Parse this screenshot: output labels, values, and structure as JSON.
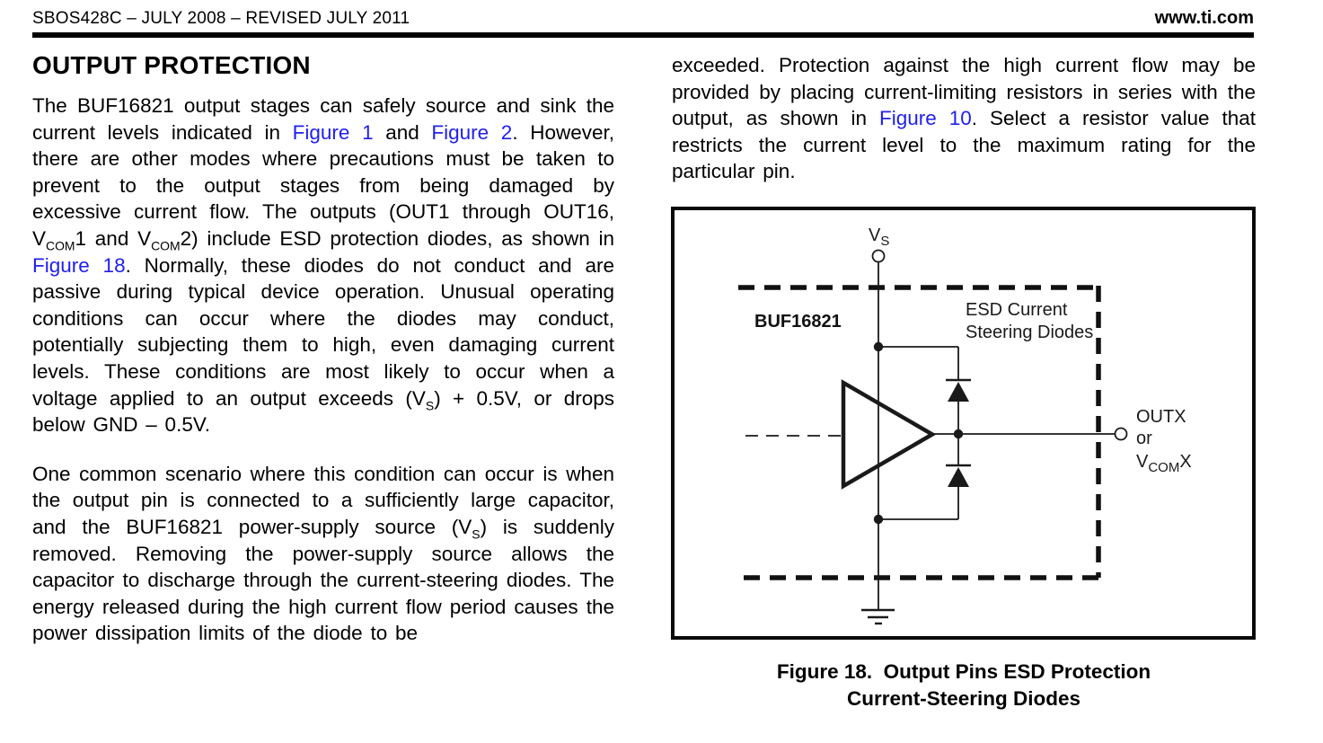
{
  "header": {
    "doc_id": "SBOS428C – JULY 2008 – REVISED JULY 2011",
    "site": "www.ti.com"
  },
  "left_column": {
    "heading": "OUTPUT PROTECTION",
    "paragraphs": [
      {
        "segments": [
          {
            "type": "text",
            "text": "The BUF16821 output stages can safely source and sink the current levels indicated in "
          },
          {
            "type": "link",
            "text": "Figure 1"
          },
          {
            "type": "text",
            "text": " and "
          },
          {
            "type": "link",
            "text": "Figure 2"
          },
          {
            "type": "text",
            "text": ". However, there are other modes where precautions must be taken to prevent to the output stages from being damaged by excessive current flow. The outputs (OUT1 through OUT16, V"
          },
          {
            "type": "sub",
            "text": "COM"
          },
          {
            "type": "text",
            "text": "1 and V"
          },
          {
            "type": "sub",
            "text": "COM"
          },
          {
            "type": "text",
            "text": "2) include ESD protection diodes, as shown in "
          },
          {
            "type": "link",
            "text": "Figure 18"
          },
          {
            "type": "text",
            "text": ". Normally, these diodes do not conduct and are passive during typical device operation. Unusual operating conditions can occur where the diodes may conduct, potentially subjecting them to high, even damaging current levels. These conditions are most likely to occur when a voltage applied to an output exceeds (V"
          },
          {
            "type": "sub",
            "text": "S"
          },
          {
            "type": "text",
            "text": ") + 0.5V, or drops below GND – 0.5V."
          }
        ]
      },
      {
        "segments": [
          {
            "type": "text",
            "text": "One common scenario where this condition can occur is when the output pin is connected to a sufficiently large capacitor, and the BUF16821 power-supply source (V"
          },
          {
            "type": "sub",
            "text": "S"
          },
          {
            "type": "text",
            "text": ") is suddenly removed. Removing the power-supply source allows the capacitor to discharge through the current-steering diodes. The energy released during the high current flow period causes the power dissipation limits of the diode to be"
          }
        ]
      }
    ]
  },
  "right_column": {
    "paragraphs": [
      {
        "segments": [
          {
            "type": "text",
            "text": "exceeded. Protection against the high current flow may be provided by placing current-limiting resistors in series with the output, as shown in "
          },
          {
            "type": "link",
            "text": "Figure 10"
          },
          {
            "type": "text",
            "text": ". Select a resistor value that restricts the current level to the maximum rating for the particular pin."
          }
        ]
      }
    ]
  },
  "figure": {
    "labels": {
      "supply": {
        "base": "V",
        "sub": "S"
      },
      "device": "BUF16821",
      "esd_line1": "ESD Current",
      "esd_line2": "Steering Diodes",
      "out_line1": "OUTX",
      "out_line2": "or",
      "out_line3": {
        "base": "V",
        "sub": "COM",
        "after": "X"
      }
    },
    "caption_line1": "Figure 18.  Output Pins ESD Protection",
    "caption_line2": "Current-Steering Diodes"
  },
  "colors": {
    "link": "#2020ee",
    "ink": "#000000"
  }
}
